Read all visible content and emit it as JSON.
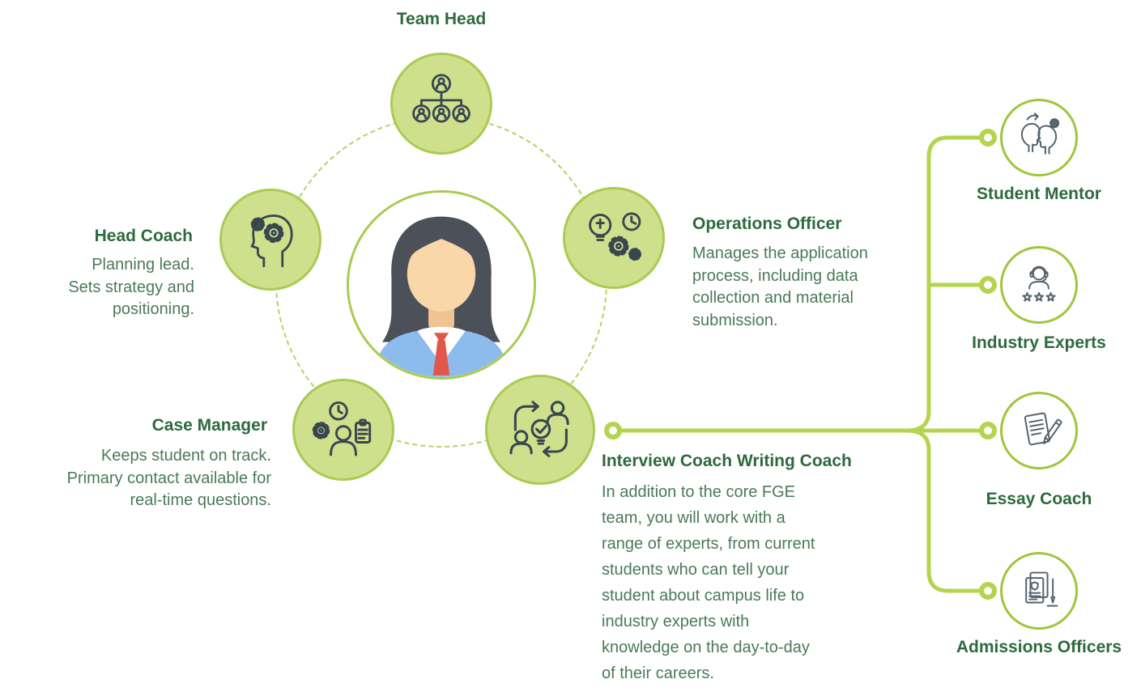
{
  "nodes": [
    {
      "id": "team-head",
      "label": "Team Head",
      "description": "",
      "icon": "org-chart-icon"
    },
    {
      "id": "head-coach",
      "label": "Head Coach",
      "description": "Planning lead.\nSets strategy and\npositioning.",
      "icon": "head-gears-icon"
    },
    {
      "id": "operations-officer",
      "label": "Operations Officer",
      "description": "Manages the application\nprocess, including data\ncollection and material\nsubmission.",
      "icon": "bulb-gears-clock-icon"
    },
    {
      "id": "case-manager",
      "label": "Case Manager",
      "description": "Keeps student on track.\nPrimary contact available for\nreal-time questions.",
      "icon": "person-clock-gear-clipboard-icon"
    },
    {
      "id": "interview-writing-coach",
      "label": "Interview Coach Writing Coach",
      "description": "In addition to the core FGE\nteam, you will work with a\nrange of experts, from current\nstudents who can tell your\nstudent about campus life to\nindustry experts with\nknowledge on the day-to-day\nof their careers.",
      "icon": "people-exchange-bulb-icon"
    }
  ],
  "center": {
    "id": "student",
    "icon": "student-avatar"
  },
  "experts": [
    {
      "id": "student-mentor",
      "label": "Student Mentor",
      "icon": "two-profiles-gear-icon"
    },
    {
      "id": "industry-experts",
      "label": "Industry Experts",
      "icon": "person-stars-icon"
    },
    {
      "id": "essay-coach",
      "label": "Essay Coach",
      "icon": "document-pencil-icon"
    },
    {
      "id": "admissions-officers",
      "label": "Admissions Officers",
      "icon": "certificate-pen-icon"
    }
  ],
  "colors": {
    "node_fill": "#cfe08d",
    "node_border": "#a9cb52",
    "connector": "#b4d44e",
    "heading_text": "#2d6a3e",
    "body_text": "#4a7a58",
    "hub_icon": "#394650",
    "expert_icon": "#55636c",
    "avatar_hair": "#4b5059",
    "avatar_skin": "#f9d7a8",
    "avatar_sweater": "#8cbbec",
    "avatar_tie": "#e2574c"
  }
}
